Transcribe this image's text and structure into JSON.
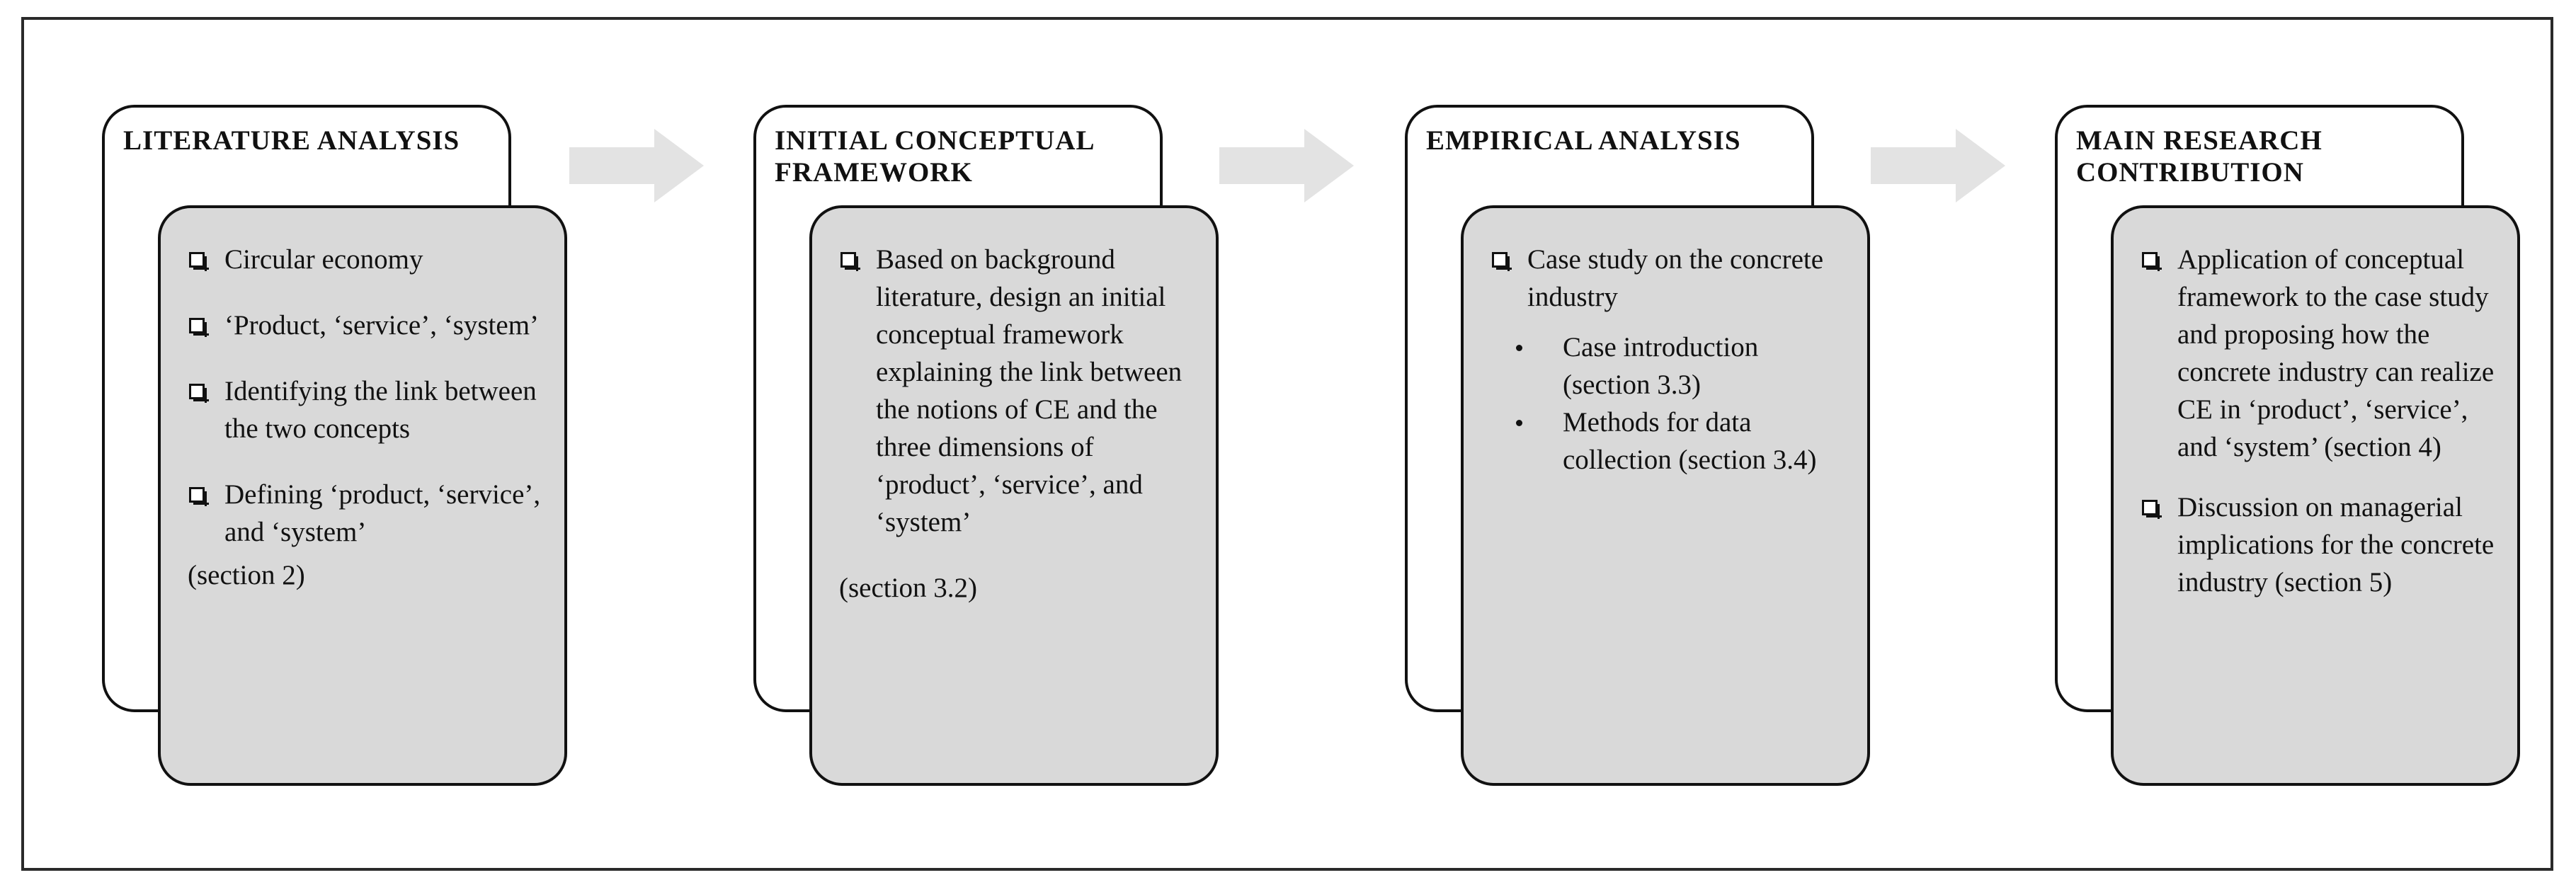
{
  "stages": [
    {
      "title": "LITERATURE ANALYSIS",
      "items": [
        {
          "marker": "checkbox",
          "text": "Circular economy"
        },
        {
          "marker": "checkbox",
          "text": "‘Product, ‘service’, ‘system’"
        },
        {
          "marker": "checkbox",
          "text": "Identifying the link between the two concepts"
        },
        {
          "marker": "checkbox",
          "text": "Defining ‘product, ‘service’, and ‘system’"
        }
      ],
      "section": "(section 2)"
    },
    {
      "title": "INITIAL CONCEPTUAL FRAMEWORK",
      "items": [
        {
          "marker": "checkbox",
          "text": "Based on background literature, design an initial conceptual framework explaining the link between the notions of CE and the three dimensions of ‘product’, ‘service’, and ‘system’"
        }
      ],
      "section": "(section 3.2)"
    },
    {
      "title": "EMPIRICAL ANALYSIS",
      "items": [
        {
          "marker": "checkbox",
          "text": "Case study on the concrete industry"
        },
        {
          "marker": "bullet",
          "text": "Case introduction (section 3.3)"
        },
        {
          "marker": "bullet",
          "text": "Methods for data collection (section 3.4)"
        }
      ],
      "section": ""
    },
    {
      "title": "MAIN RESEARCH CONTRIBUTION",
      "items": [
        {
          "marker": "checkbox",
          "text": "Application of conceptual framework to the case study and proposing how the concrete industry can realize CE in ‘product’, ‘service’, and ‘system’ (section 4)"
        },
        {
          "marker": "checkbox",
          "text": "Discussion on managerial implications for the concrete industry (section 5)"
        }
      ],
      "section": ""
    }
  ],
  "colors": {
    "card_fill": "#d9d9d9",
    "arrow_fill": "#e3e3e3",
    "border": "#111111"
  }
}
